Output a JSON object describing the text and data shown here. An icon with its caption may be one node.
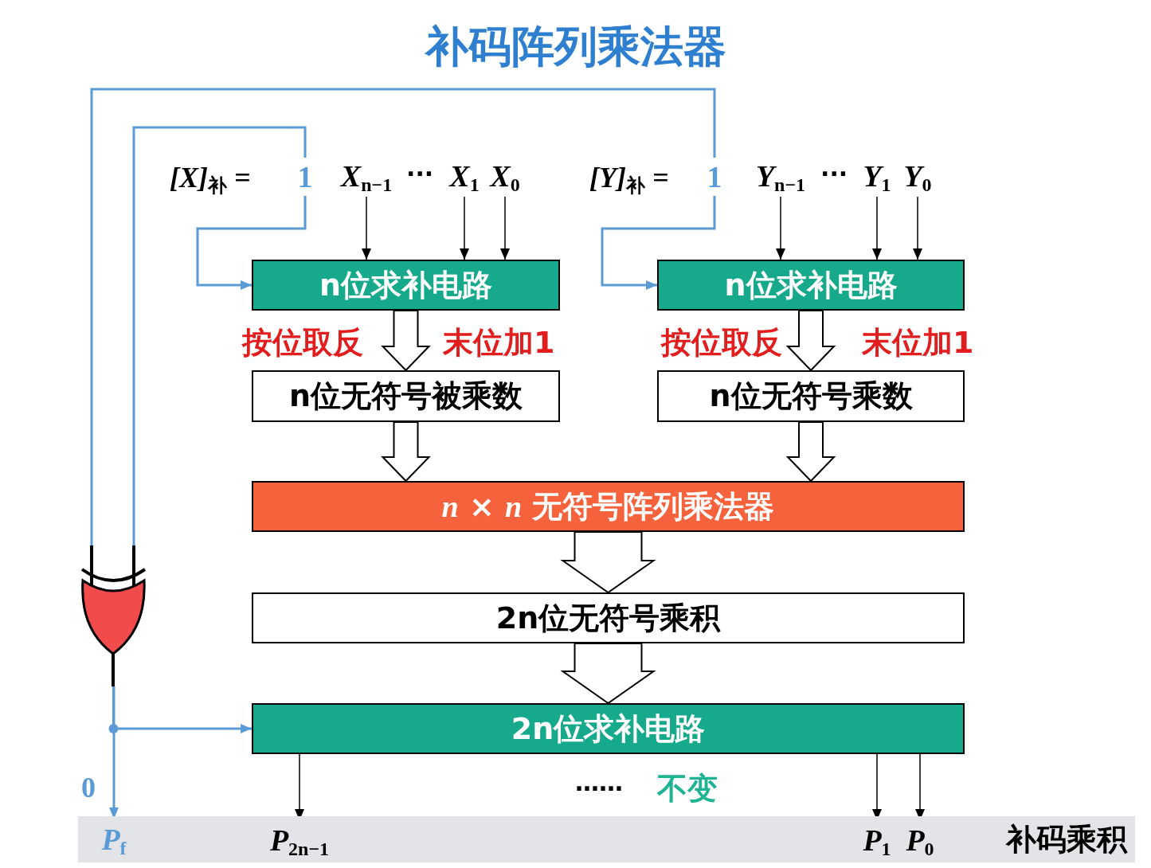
{
  "diagram": {
    "title": "补码阵列乘法器",
    "nodes": [
      {
        "text": [
          "1"
        ]
      },
      {
        "text": [
          "X$_{n−1}$"
        ]
      },
      {
        "text": [
          "X$_{1}$"
        ]
      },
      {
        "text": [
          "X$_{0}$"
        ]
      },
      {
        "text": [
          "1"
        ]
      },
      {
        "text": [
          "Y$_{n−1}$"
        ]
      },
      {
        "text": [
          "Y$_{1}$"
        ]
      },
      {
        "text": [
          "Y$_{0}$"
        ]
      },
      {
        "text": [
          "n位求补电路"
        ]
      },
      {
        "text": [
          "n位无符号被乘数"
        ]
      },
      {
        "text": [
          "n位求补电路"
        ]
      },
      {
        "text": [
          "n位无符号乘数"
        ]
      },
      {
        "text": [
          "*n* × *n* 无符号阵列乘法器"
        ]
      },
      {
        "text": [
          "2n位无符号乘积"
        ]
      },
      {
        "text": [
          "2n位求补电路"
        ]
      },
      {
        "text": [],
        "shape": "gate"
      },
      {
        "text": [
          "补码乘积"
        ]
      },
      {
        "text": [
          "P$_{f}$"
        ],
        "in": 16
      },
      {
        "text": [
          "P$_{2n−1}$"
        ],
        "in": 16
      },
      {
        "text": [
          "P$_{1}$"
        ],
        "in": 16
      },
      {
        "text": [
          "P$_{0}$"
        ],
        "in": 16
      }
    ],
    "edges": [
      {
        "from": 0,
        "to": 15,
        "arrow": "none",
        "color": "#5b9bd5"
      },
      {
        "from": 0,
        "to": 8,
        "arrow": "to",
        "color": "#5b9bd5"
      },
      {
        "from": 1,
        "to": 8,
        "arrow": "to"
      },
      {
        "from": 2,
        "to": 8,
        "arrow": "to"
      },
      {
        "from": 3,
        "to": 8,
        "arrow": "to"
      },
      {
        "from": 4,
        "to": 15,
        "arrow": "none",
        "color": "#5b9bd5"
      },
      {
        "from": 4,
        "to": 10,
        "arrow": "to",
        "color": "#5b9bd5"
      },
      {
        "from": 5,
        "to": 10,
        "arrow": "to"
      },
      {
        "from": 6,
        "to": 10,
        "arrow": "to"
      },
      {
        "from": 7,
        "to": 10,
        "arrow": "to"
      },
      {
        "from": 8,
        "to": 9,
        "arrow": "to",
        "style": "thick"
      },
      {
        "from": 10,
        "to": 11,
        "arrow": "to",
        "style": "thick"
      },
      {
        "from": 9,
        "to": 12,
        "arrow": "to",
        "style": "thick"
      },
      {
        "from": 11,
        "to": 12,
        "arrow": "to",
        "style": "thick"
      },
      {
        "from": 12,
        "to": 13,
        "arrow": "to",
        "style": "thick"
      },
      {
        "from": 13,
        "to": 14,
        "arrow": "to",
        "style": "thick"
      },
      {
        "from": 15,
        "to": 14,
        "arrow": "to",
        "color": "#5b9bd5"
      },
      {
        "from": 15,
        "to": 17,
        "arrow": "to",
        "color": "#5b9bd5",
        "label": "0"
      },
      {
        "from": 14,
        "to": 18,
        "arrow": "to"
      },
      {
        "from": 14,
        "to": 19,
        "arrow": "to"
      },
      {
        "from": 14,
        "to": 20,
        "arrow": "to"
      }
    ],
    "labels": [
      "[X]$_{补}$ =",
      "···",
      "[Y]$_{补}$ =",
      "···",
      "按位取反",
      "末位加1",
      "按位取反",
      "末位加1",
      "……",
      "不变"
    ]
  }
}
